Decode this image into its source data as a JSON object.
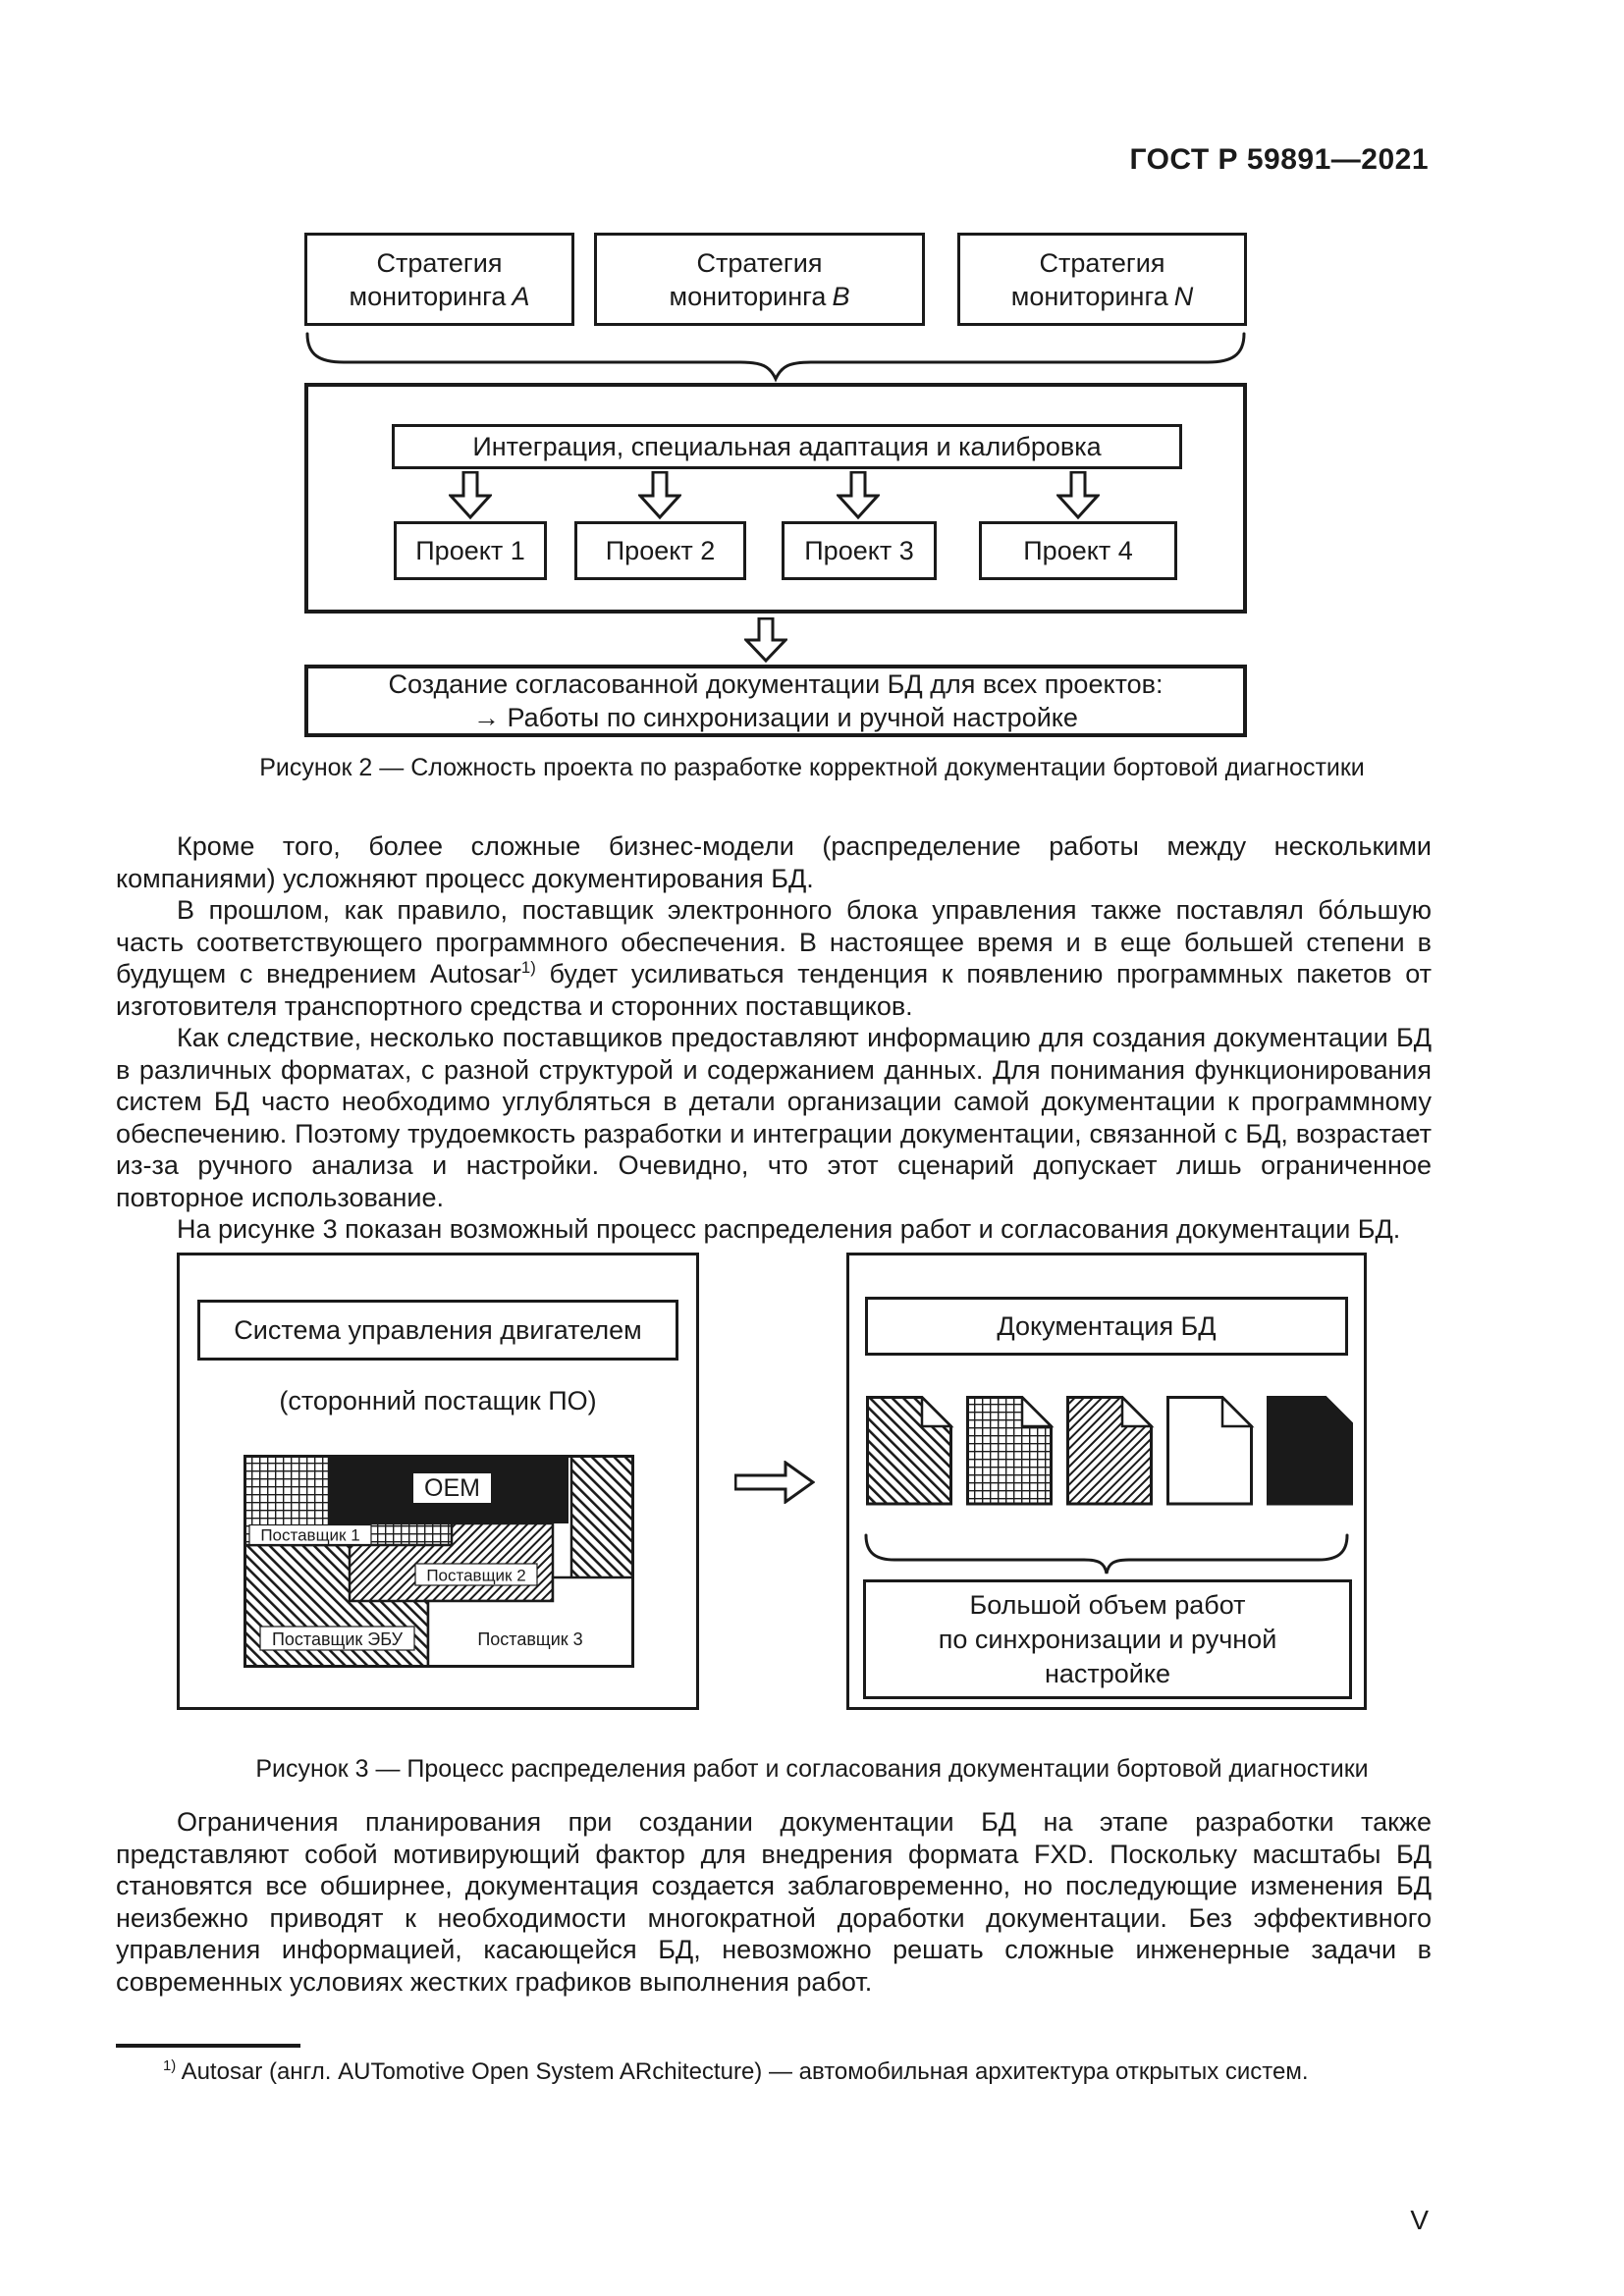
{
  "header": {
    "standard_code": "ГОСТ Р 59891—2021"
  },
  "figure2": {
    "strategies": [
      {
        "line1": "Стратегия",
        "line2": "мониторинга",
        "variant": "A"
      },
      {
        "line1": "Стратегия",
        "line2": "мониторинга",
        "variant": "B"
      },
      {
        "line1": "Стратегия",
        "line2": "мониторинга",
        "variant": "N"
      }
    ],
    "integration_label": "Интеграция, специальная адаптация и калибровка",
    "projects": [
      "Проект 1",
      "Проект 2",
      "Проект 3",
      "Проект 4"
    ],
    "result_line1": "Создание согласованной документации БД для всех проектов:",
    "result_line2": "→ Работы по синхронизации и ручной настройке",
    "caption": "Рисунок 2 — Сложность проекта по разработке корректной документации бортовой диагностики"
  },
  "paragraphs": {
    "p1": "Кроме того, более сложные бизнес-модели (распределение работы между несколькими компаниями) усложняют процесс документирования БД.",
    "p2a": "В прошлом, как правило, поставщик электронного блока управления также поставлял бо́льшую часть соответствующего программного обеспечения. В настоящее время и в еще большей степени в будущем с внедрением Autosar",
    "p2_sup": "1)",
    "p2b": " будет усиливаться тенденция к появлению программных пакетов от изготовителя транспортного средства и сторонних поставщиков.",
    "p3": "Как следствие, несколько поставщиков предоставляют информацию для создания документации БД в различных форматах, с разной структурой и содержанием данных. Для понимания функционирования систем БД часто необходимо углубляться в детали организации самой документации к программному обеспечению. Поэтому трудоемкость разработки и интеграции документации, связанной с БД, возрастает из-за ручного анализа и настройки. Очевидно, что этот сценарий допускает лишь ограниченное повторное использование.",
    "p4": "На рисунке 3 показан возможный процесс распределения работ и согласования документации БД.",
    "p5": "Ограничения планирования при создании документации БД на этапе разработки также представляют собой мотивирующий фактор для внедрения формата FXD. Поскольку масштабы БД становятся все обширнее, документация создается заблаговременно, но последующие изменения БД неизбежно приводят к необходимости многократной доработки документации. Без эффективного управления информацией, касающейся БД, невозможно решать сложные инженерные задачи в современных условиях жестких графиков выполнения работ."
  },
  "figure3": {
    "left": {
      "title": "Система управления двигателем",
      "subtitle": "(сторонний постащик ПО)",
      "labels": {
        "oem": "OEM",
        "supplier1": "Поставщик 1",
        "supplier2": "Поставщик 2",
        "supplier3": "Поставщик 3",
        "supplier_ecu": "Поставщик ЭБУ"
      }
    },
    "right": {
      "title": "Документация БД",
      "note_lines": [
        "Большой объем работ",
        "по синхронизации и ручной",
        "настройке"
      ]
    },
    "caption": "Рисунок 3 — Процесс распределения работ и согласования документации бортовой диагностики"
  },
  "footnote": {
    "marker": "1)",
    "text": " Autosar (англ. AUTomotive Open System ARchitecture) — автомобильная архитектура открытых систем."
  },
  "page_number": "V",
  "colors": {
    "ink": "#1a1a1a",
    "paper": "#ffffff"
  }
}
